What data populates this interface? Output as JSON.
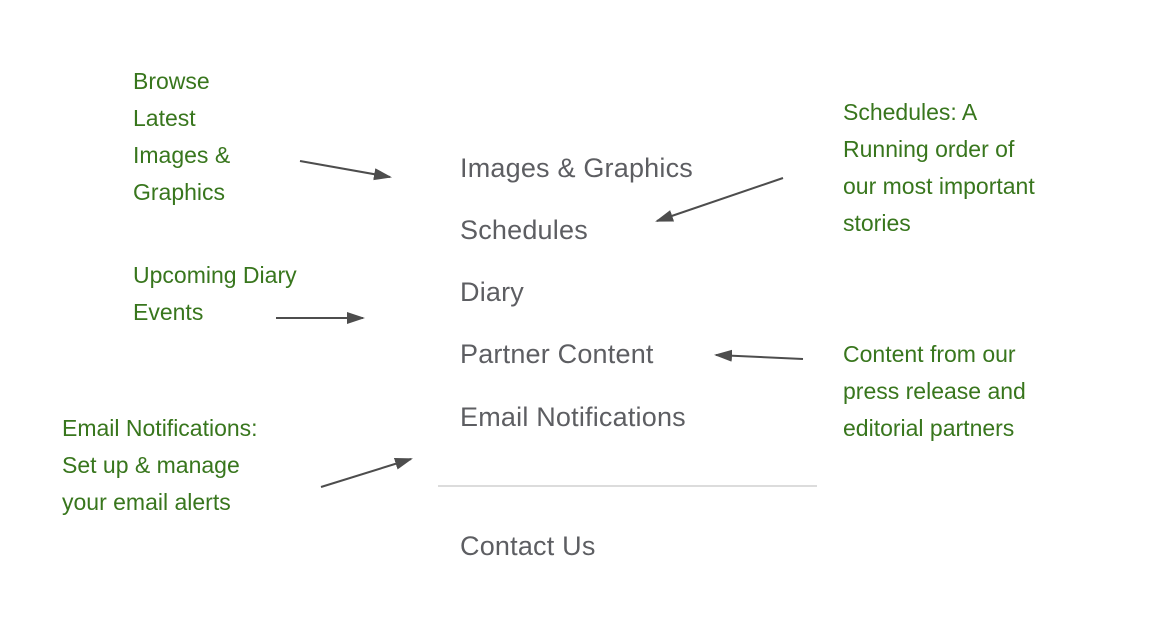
{
  "colors": {
    "annotation_green": "#38761d",
    "menu_text_gray": "#5d5e62",
    "arrow_gray": "#4d4d4d",
    "divider_gray": "#dcdcdc",
    "background": "#ffffff"
  },
  "menu": {
    "items": [
      {
        "label": "Images & Graphics"
      },
      {
        "label": "Schedules"
      },
      {
        "label": "Diary"
      },
      {
        "label": "Partner Content"
      },
      {
        "label": "Email Notifications"
      }
    ],
    "footer_item": {
      "label": "Contact Us"
    }
  },
  "annotations": {
    "browse_images": {
      "lines": [
        "Browse",
        "Latest",
        "Images &",
        "Graphics"
      ],
      "points_to": "Images & Graphics"
    },
    "schedules": {
      "lines": [
        "Schedules: A",
        "Running order of",
        "our most important",
        "stories"
      ],
      "points_to": "Schedules"
    },
    "diary_events": {
      "lines": [
        "Upcoming Diary",
        "Events"
      ],
      "points_to": "Diary"
    },
    "partner_content": {
      "lines": [
        "Content from our",
        "press release and",
        "editorial partners"
      ],
      "points_to": "Partner Content"
    },
    "email_notifications": {
      "lines": [
        "Email Notifications:",
        "Set up & manage",
        "your email alerts"
      ],
      "points_to": "Email Notifications"
    }
  }
}
